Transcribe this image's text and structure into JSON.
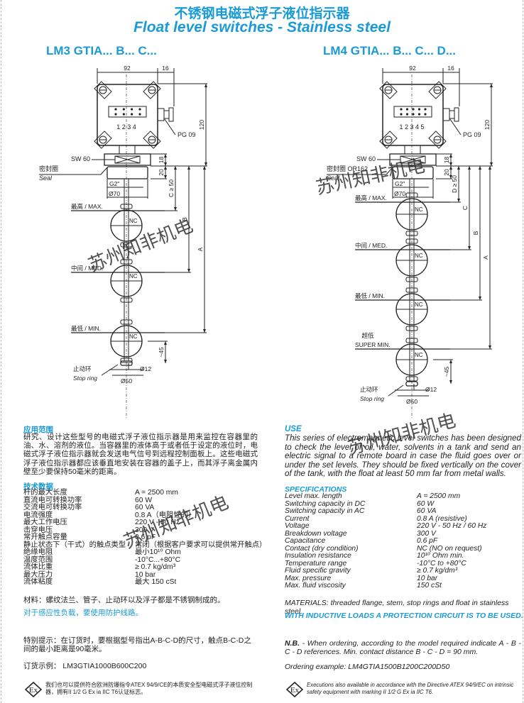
{
  "title_cn": "不锈钢电磁式浮子液位指示器",
  "title_en": "Float level switches - Stainless steel",
  "models": {
    "left": "LM3 GTIA... B... C...",
    "right": "LM4 GTIA... B... C... D..."
  },
  "drawing_left": {
    "dim_width": "92",
    "dim_gland": "16",
    "dim_height": "120",
    "terminals": "1 2 3 4",
    "gland": "PG 09",
    "hex": "SW 60",
    "dim_18": "18",
    "dim_20": "20",
    "seal_cn": "密封圈",
    "seal_en": "Seal",
    "thread": "G2\"",
    "flange_dia": "Ø70",
    "dim_c": "C ≥ 50",
    "dim_b": "B",
    "dim_a": "A",
    "dim_45": "~45",
    "max": "最高 / MAX.",
    "med": "中间 / MED.",
    "min": "最低 / MIN.",
    "nc": "NC",
    "stop_cn": "止动环",
    "stop_en": "Stop ring",
    "stem_dia": "Ø12",
    "float_dia": "Ø50"
  },
  "drawing_right": {
    "dim_width": "92",
    "dim_gland": "16",
    "dim_height": "120",
    "terminals": "1 2 3 4 5",
    "gland": "PG 09",
    "hex": "SW 60",
    "dim_18": "18",
    "dim_20": "20",
    "seal_cn": "密封圈 OR162",
    "seal_en": "Seal",
    "thread": "G2\"",
    "flange_dia": "Ø70",
    "dim_d": "D ≥ 50",
    "dim_c": "C",
    "dim_b": "B",
    "dim_a": "A",
    "dim_45": "~45",
    "max": "最高 / MAX.",
    "med": "中间 / MED.",
    "min": "最低 / MIN.",
    "supermin_cn": "超低",
    "supermin_en": "SUPER MIN.",
    "nc": "NC",
    "stop_cn": "止动环",
    "stop_en": "Stop ring",
    "stem_dia": "Ø12",
    "float_dia": "Ø50"
  },
  "cn": {
    "use_heading": "应用范围",
    "use_text": "研究、设计这些型号的电磁式浮子液位指示器是用来监控在容器里的油、水、溶剂的液位。当容器里的液体高于或者低于设定的液位时，电磁式浮子液位指示器就会发送电气信号到远程控制面板上。这些电磁式浮子液位指示器都应该垂直地安装在容器的盖子上，而其浮子离金属内壁至少要保持50毫米的距离。",
    "spec_heading": "技术数据",
    "specs": [
      [
        "杆的最大长度",
        "A = 2500 mm"
      ],
      [
        "直流电可转换功率",
        "60 W"
      ],
      [
        "交流电可转换功率",
        "60 VA"
      ],
      [
        "电流强度",
        "0.8 A（电阻性的）"
      ],
      [
        "最大工作电压",
        "220 V - 50 Hz"
      ],
      [
        "击穿电压",
        "300 V"
      ],
      [
        "常开触点容量",
        "0.6 pF"
      ],
      [
        "静止状态下（干式）的触点类型",
        "常闭（根据客户要求可以提供常开触点）"
      ],
      [
        "绝缘电阻",
        "最小10¹⁰ Ohm"
      ],
      [
        "温度范围",
        "-10°C...+80°C"
      ],
      [
        "流体比重",
        "≥ 0.7 kg/dm³"
      ],
      [
        "最大压力",
        "10 bar"
      ],
      [
        "流体粘度",
        "最大 150 cSt"
      ]
    ],
    "materials": "材料：螺纹法兰、管子、止动环以及浮子都是不锈钢制成的。",
    "warning": "对于感应性负载，要使用防护线路。",
    "note": "特别提示：在订货时，要根据型号指出A-B-C-D的尺寸，触点B-C-D之间的最小距离是90毫米。",
    "order": "订货示例：  LM3GTIA1000B600C200",
    "atex": "我们也可以提供符合欧洲防爆指令ATEX 94/9/CE的本质安全型电磁式浮子液位控制器，拥有II 1/2 G Ex ia IIC T6认证标志。"
  },
  "en": {
    "use_heading": "USE",
    "use_text": "This series of electromagnetic level switches has been designed to check the level of oil, water, solvents in a tank and send an electric signal to a remote board in case the fluid goes over or under the set levels. They should be fixed vertically on the cover of the tank, with the float at least 50 mm far from metal walls.",
    "spec_heading": "SPECIFICATIONS",
    "specs": [
      [
        "Level max. length",
        "A = 2500 mm"
      ],
      [
        "Switching capacity in DC",
        "60 W"
      ],
      [
        "Switching capacity  in AC",
        "60 VA"
      ],
      [
        "Current",
        "0.8 A (resistive)"
      ],
      [
        "Voltage",
        "220 V - 50 Hz / 60 Hz"
      ],
      [
        "Breakdown voltage",
        "300 V"
      ],
      [
        "Capacitance",
        "0.6 pF"
      ],
      [
        "Contact (dry condition)",
        "NC (NO on request)"
      ],
      [
        "Insulation resistance",
        "10¹⁰ Ohm min."
      ],
      [
        "Temperature range",
        "-10°C to +80°C"
      ],
      [
        "Fluid specific gravity",
        "≥ 0.7 kg/dm³"
      ],
      [
        "Max. pressure",
        "10 bar"
      ],
      [
        "Max. fluid viscosity",
        "150 cSt"
      ]
    ],
    "materials": "MATERIALS: threaded flange, stem, stop rings and float in stainless steel.",
    "warning": "WITH INDUCTIVE LOADS A PROTECTION CIRCUIT IS TO BE USED.",
    "note_bold": "N.B.",
    "note": " - When ordering, according to the model required indicate A - B - C - D references. Min. contact distance B - C - D = 90 mm.",
    "order": "Ordering example: LM4GTIA1500B1200C200D50",
    "atex": "Executions also available in accordance with the Directive ATEX 94/9/EC on intrinsic safety equipment with marking II 1/2 G Ex ia IIC T6."
  },
  "ex_mark": "Ex",
  "watermark": "苏州知非机电",
  "colors": {
    "accent": "#1a9ad6",
    "text": "#222222"
  }
}
